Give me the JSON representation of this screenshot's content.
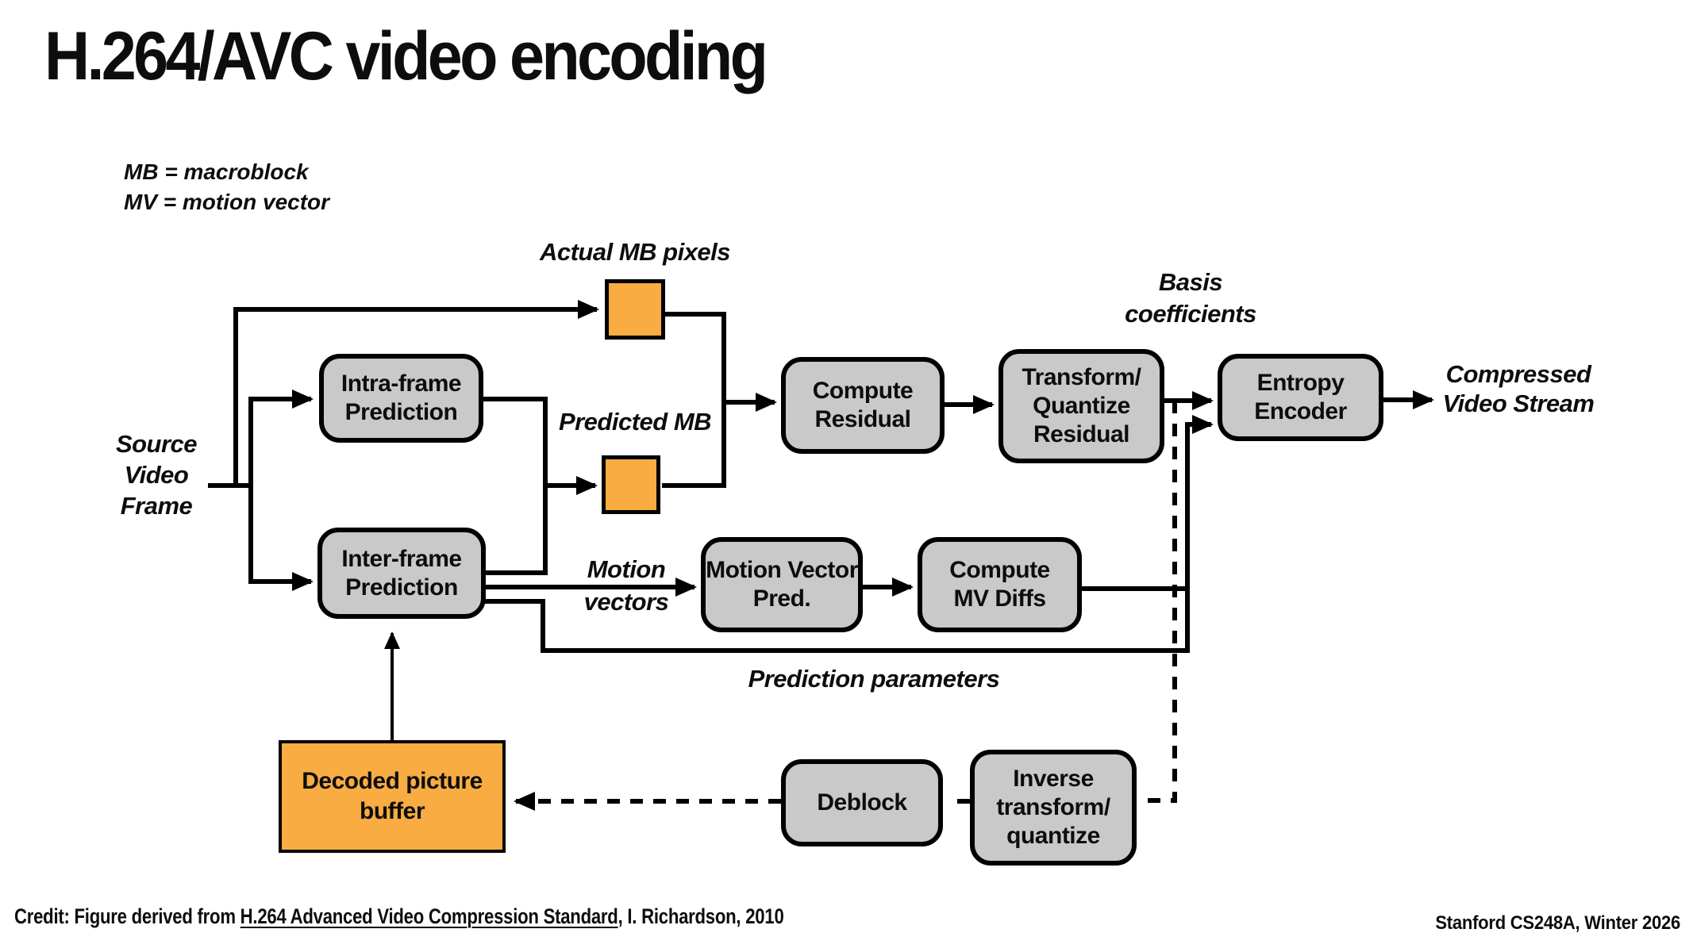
{
  "title": "H.264/AVC video encoding",
  "legend": {
    "line1": "MB = macroblock",
    "line2": "MV = motion vector"
  },
  "colors": {
    "background": "#ffffff",
    "node_gray": "#c9c9c9",
    "data_orange": "#f8ac42",
    "line_black": "#000000",
    "text_black": "#0d0d0d"
  },
  "nodes": {
    "intra_frame_prediction": {
      "label": "Intra-frame\nPrediction"
    },
    "inter_frame_prediction": {
      "label": "Inter-frame\nPrediction"
    },
    "compute_residual": {
      "label": "Compute\nResidual"
    },
    "transform_quantize_residual": {
      "label": "Transform/\nQuantize\nResidual"
    },
    "entropy_encoder": {
      "label": "Entropy\nEncoder"
    },
    "motion_vector_pred": {
      "label": "Motion Vector\nPred."
    },
    "compute_mv_diffs": {
      "label": "Compute\nMV Diffs"
    },
    "deblock": {
      "label": "Deblock"
    },
    "inverse_transform_quantize": {
      "label": "Inverse\ntransform/\nquantize"
    },
    "decoded_picture_buffer": {
      "label": "Decoded picture\nbuffer"
    }
  },
  "annotations": {
    "actual_mb_pixels": "Actual MB pixels",
    "predicted_mb": "Predicted MB",
    "source_video_frame": "Source\nVideo\nFrame",
    "motion_vectors": "Motion\nvectors",
    "basis_coefficients": "Basis\ncoefficients",
    "compressed_video_stream": "Compressed\nVideo Stream",
    "prediction_parameters": "Prediction parameters"
  },
  "footer": {
    "credit_prefix": "Credit: Figure derived from ",
    "credit_book_title": "H.264 Advanced Video Compression Standard",
    "credit_suffix": ", I. Richardson, 2010",
    "course": "Stanford CS248A, Winter 2026"
  }
}
